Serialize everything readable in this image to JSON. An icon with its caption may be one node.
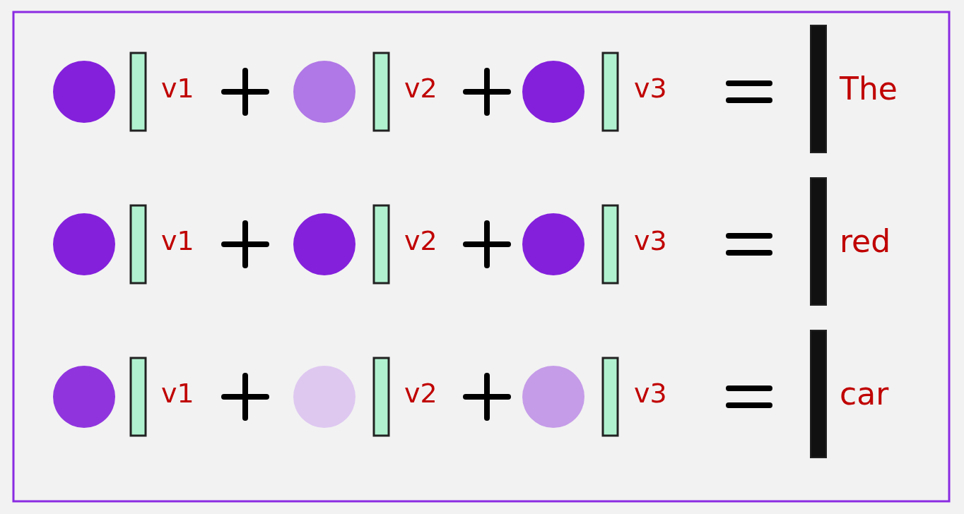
{
  "diagram": {
    "labels": [
      "v1",
      "v2",
      "v3",
      "The",
      "v1",
      "v2",
      "v3",
      "red",
      "v1",
      "v2",
      "v3",
      "car"
    ]
  }
}
